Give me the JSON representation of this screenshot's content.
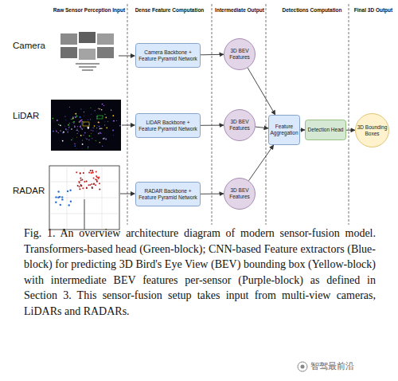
{
  "diagram": {
    "caption": "Fig. 1. An overview architecture diagram of modern sensor-fusion model. Transformers-based head (Green-block); CNN-based Feature extractors (Blue-block) for predicting 3D Bird's Eye View (BEV) bounding box (Yellow-block) with intermediate BEV features per-sensor (Purple-block) as defined in Section 3. This sensor-fusion setup takes input from multi-view cameras, LiDARs and RADARs.",
    "nodes": [
      {
        "text": [
          "Camera Backbone + Feature Pyramid Network"
        ]
      },
      {
        "text": [
          "3D BEV Features"
        ]
      },
      {
        "text": [
          "LiDAR Backbone + Feature Pyramid Network"
        ]
      },
      {
        "text": [
          "3D BEV Features"
        ]
      },
      {
        "text": [
          "RADAR Backbone + Feature Pyramid Network"
        ]
      },
      {
        "text": [
          "3D BEV Features"
        ]
      },
      {
        "text": [
          "Feature Aggregation"
        ]
      },
      {
        "text": [
          "Detection Head"
        ]
      },
      {
        "text": [
          "3D Bounding Boxes"
        ]
      }
    ],
    "edges": [
      {
        "from": 0,
        "to": 1,
        "arrow": "to"
      },
      {
        "from": 2,
        "to": 3,
        "arrow": "to"
      },
      {
        "from": 4,
        "to": 5,
        "arrow": "to"
      },
      {
        "from": 1,
        "to": 6,
        "arrow": "to"
      },
      {
        "from": 3,
        "to": 6,
        "arrow": "to"
      },
      {
        "from": 5,
        "to": 6,
        "arrow": "to"
      },
      {
        "from": 6,
        "to": 7,
        "arrow": "to"
      },
      {
        "from": 7,
        "to": 8,
        "arrow": "to"
      }
    ],
    "labels": [
      "Raw Sensor Perception Input",
      "Dense Feature Computation",
      "Intermediate Output",
      "Detections Computation",
      "Final 3D Output",
      "Camera",
      "LiDAR",
      "RADAR",
      "智驾最前沿"
    ]
  }
}
